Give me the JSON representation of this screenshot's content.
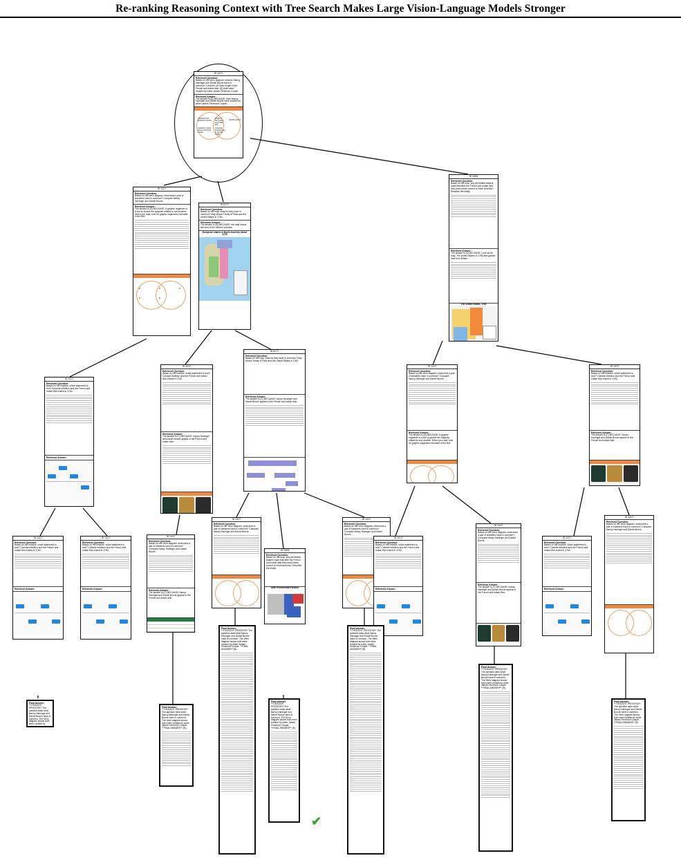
{
  "paper": {
    "title": "Re-ranking Reasoning Context with Tree Search Makes Large Vision-Language Models Stronger"
  },
  "node_text": {
    "id_root": "ID 1417",
    "id_q1": "ID 1417",
    "id_q2": "ID 8177",
    "id_q3": "ID 3406",
    "q_head": "Retrieved Question:",
    "a_head": "Retrieved Answer:",
    "p_head": "Final Answer:",
    "root_q": "Based on the Venn diagram, what do Nancy Haninger and Daniel Boone have in common? Choices: (A) Both fought in the French and Indian War, (B) Both were created by writer James Fenimore Cooper",
    "root_a": "The answer is (B) BECAUSE: Both Nancy Haninger and Daniel Boone were created by writer James Fenimore Cooper.",
    "q1_q": "Based on the Venn diagram, what does a pair of sneakers have in common? Compare Nancy Haninger and Daniel Boone.",
    "q1_a": "The answer is (A) BECAUSE: A graphic organizer is a tool to picture the subjects related to one another. When you read, look for graphic organizers included in the text.",
    "q2_q": "Based on the map, what do they have in common? Map shows Treaty of Paris and the United States in 1783.",
    "q2_a": "The answer is (B) BECAUSE: the map shows the land of the thirteen colonies.",
    "q3_q": "Based on the map, why did British leaders hope that after the French and Indian War they would keep control of North America? Describe the treaty.",
    "q3_a": "The answer is (D) BECAUSE: Look at the map. The United States of 1783 also gained land from Britain.",
    "leaf_q": "Based on the timeline, which statement is true? Colonial rebellion and the French and Indian War ended in 1763.",
    "leaf_a": "The answer is (C) BECAUSE: Nancy Haninger and Daniel Boone appear in the French and Indian War.",
    "final_a": "**THOUGHT PROCESS** The question asks what Nancy Haninger and Daniel Boone have in common. The Venn diagram shows both were created by writer James Fenimore Cooper. **FINAL ANSWER** (B)",
    "map_title_1": "European claims in North America, about 1750",
    "map_title_2": "The United States, 1783",
    "map_title_3": "1856 Presidential Election",
    "venn_left": "character from adventure stories",
    "venn_mid": "fought in the French and Indian War",
    "venn_right": "real-life person",
    "venn_left_b": "created by writer James Fenimore Cooper",
    "venn_mid_b": "American frontiersman in the late 1700s"
  }
}
